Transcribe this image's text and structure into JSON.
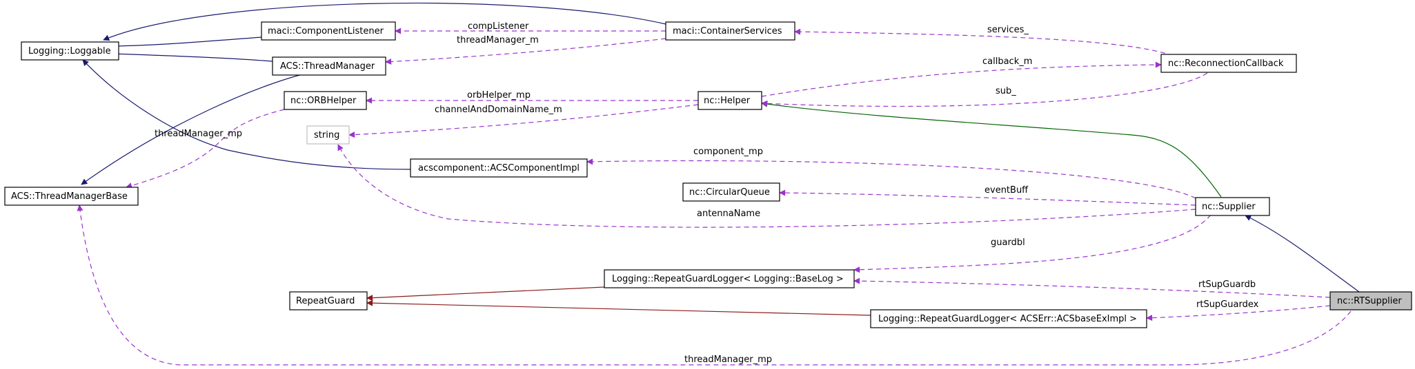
{
  "colors": {
    "inherit": "#191970",
    "usage": "#9a32cd",
    "template": "#006400",
    "repeatguard": "#8b1a1a",
    "focus_fill": "#bfbfbf"
  },
  "nodes": {
    "loggable": "Logging::Loggable",
    "component_listener": "maci::ComponentListener",
    "container_services": "maci::ContainerServices",
    "thread_manager": "ACS::ThreadManager",
    "orb_helper": "nc::ORBHelper",
    "helper": "nc::Helper",
    "reconnection_callback": "nc::ReconnectionCallback",
    "string": "string",
    "acs_component_impl": "acscomponent::ACSComponentImpl",
    "thread_manager_base": "ACS::ThreadManagerBase",
    "circular_queue": "nc::CircularQueue",
    "supplier": "nc::Supplier",
    "repeat_guard_logger_baselog": "Logging::RepeatGuardLogger< Logging::BaseLog >",
    "repeat_guard": "RepeatGuard",
    "repeat_guard_logger_acsbase": "Logging::RepeatGuardLogger< ACSErr::ACSbaseExImpl >",
    "rt_supplier": "nc::RTSupplier"
  },
  "edge_labels": {
    "comp_listener": "compListener",
    "thread_manager_m": "threadManager_m",
    "services": "services_",
    "callback_m": "callback_m",
    "orb_helper_mp": "orbHelper_mp",
    "sub": "sub_",
    "channel_and_domain_name_m": "channelAndDomainName_m",
    "thread_manager_mp_orb": "threadManager_mp",
    "component_mp": "component_mp",
    "event_buff": "eventBuff",
    "antenna_name": "antennaName",
    "guardbl": "guardbl",
    "rt_sup_guardb": "rtSupGuardb",
    "rt_sup_guardex": "rtSupGuardex",
    "thread_manager_mp_rt": "threadManager_mp"
  }
}
